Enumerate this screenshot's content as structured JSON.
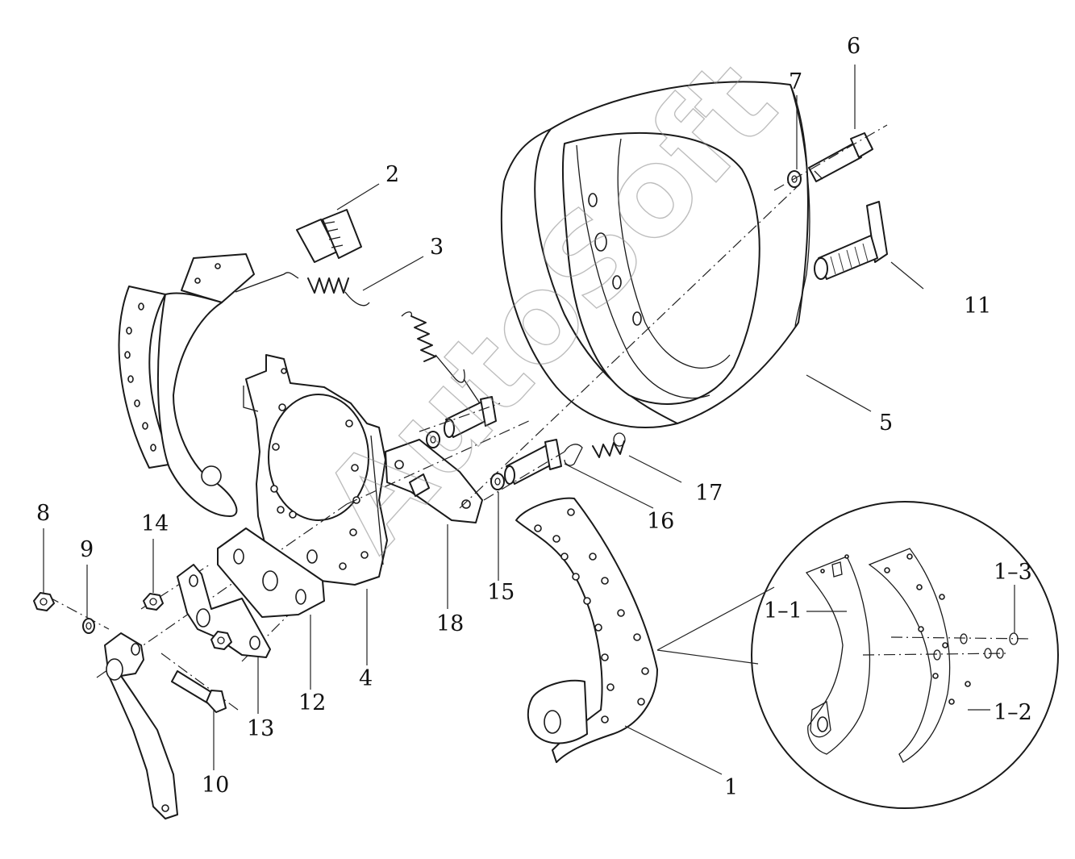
{
  "watermark": "AutoSoft",
  "callouts": {
    "c1": "1",
    "c1_1": "1–1",
    "c1_2": "1–2",
    "c1_3": "1–3",
    "c2": "2",
    "c3": "3",
    "c4": "4",
    "c5": "5",
    "c6": "6",
    "c7": "7",
    "c8": "8",
    "c9": "9",
    "c10": "10",
    "c11": "11",
    "c12": "12",
    "c13": "13",
    "c14": "14",
    "c15": "15",
    "c16": "16",
    "c17": "17",
    "c18": "18"
  }
}
